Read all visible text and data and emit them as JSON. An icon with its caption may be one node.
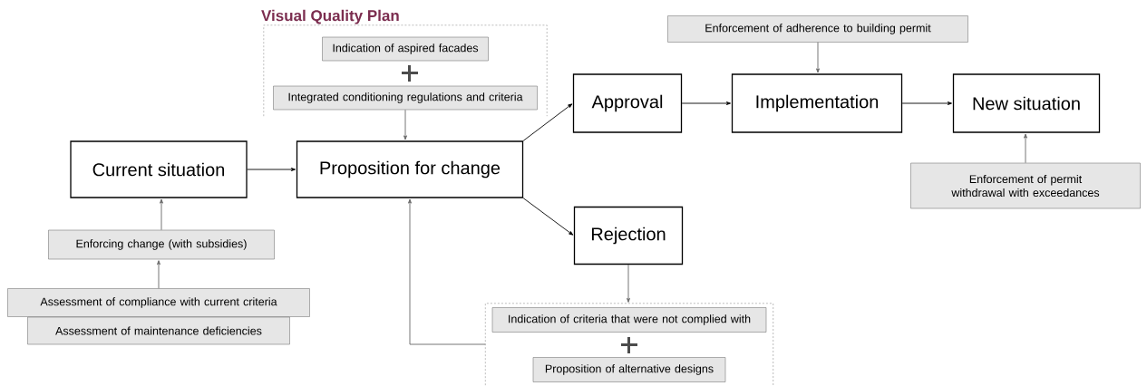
{
  "diagram": {
    "nodes": [
      {
        "text": [
          "Visual Quality Plan"
        ]
      },
      {
        "text": [
          "Indication of aspired facades"
        ],
        "in": 0
      },
      {
        "text": [
          "Integrated conditioning regulations and criteria"
        ],
        "in": 0
      },
      {
        "text": [
          "Current situation"
        ]
      },
      {
        "text": [
          "Proposition for change"
        ]
      },
      {
        "text": [
          "Approval"
        ]
      },
      {
        "text": [
          "Implementation"
        ]
      },
      {
        "text": [
          "New situation"
        ]
      },
      {
        "text": [
          "Enforcement of adherence to building permit"
        ]
      },
      {
        "text": [
          "Enforcement of permit withdrawal with exceedances"
        ]
      },
      {
        "text": [
          "Rejection"
        ]
      },
      {
        "text": [],
        "shape": "box"
      },
      {
        "text": [
          "Indication of criteria that were not complied with"
        ],
        "in": 11
      },
      {
        "text": [
          "Proposition of alternative designs"
        ],
        "in": 11
      },
      {
        "text": [
          "Enforcing change (with subsidies)"
        ]
      },
      {
        "text": [
          "Assessment of compliance with current criteria"
        ]
      },
      {
        "text": [
          "Assessment of maintenance deficiencies"
        ]
      }
    ],
    "edges": [
      {
        "from": 3,
        "to": 4,
        "arrow": "to",
        "color": "#000000"
      },
      {
        "from": 2,
        "to": 4,
        "arrow": "to"
      },
      {
        "from": 4,
        "to": 5,
        "arrow": "to",
        "color": "#000000"
      },
      {
        "from": 4,
        "to": 10,
        "arrow": "to",
        "color": "#000000"
      },
      {
        "from": 5,
        "to": 6,
        "arrow": "to",
        "color": "#000000"
      },
      {
        "from": 6,
        "to": 7,
        "arrow": "to",
        "color": "#000000"
      },
      {
        "from": 8,
        "to": 6,
        "arrow": "to"
      },
      {
        "from": 9,
        "to": 7,
        "arrow": "to"
      },
      {
        "from": 10,
        "to": 11,
        "arrow": "to"
      },
      {
        "from": 11,
        "to": 4,
        "arrow": "to"
      },
      {
        "from": 14,
        "to": 3,
        "arrow": "to"
      },
      {
        "from": 15,
        "to": 14,
        "arrow": "to"
      }
    ]
  }
}
